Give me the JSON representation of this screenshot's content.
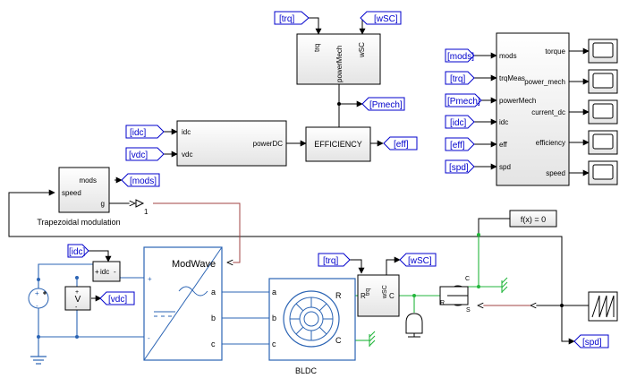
{
  "goto_tags": {
    "trq": "[trq]",
    "wSC": "[wSC]",
    "Pmech": "[Pmech]",
    "eff": "[eff]",
    "idc": "[idc]",
    "vdc": "[vdc]",
    "mods": "[mods]",
    "spd": "[spd]"
  },
  "blocks": {
    "motor_sensors": {
      "ports": [
        "trq",
        "powerMech",
        "wSC"
      ]
    },
    "power_dc": {
      "in_ports": [
        "idc",
        "vdc"
      ],
      "out_port": "powerDC"
    },
    "efficiency": {
      "label": "EFFICIENCY"
    },
    "scope_bus": {
      "in_ports": [
        "mods",
        "trqMeas",
        "powerMech",
        "idc",
        "eff",
        "spd"
      ],
      "out_ports": [
        "torque",
        "power_mech",
        "current_dc",
        "efficiency",
        "speed"
      ]
    },
    "trap_mod": {
      "ports": [
        "mods",
        "speed",
        "g"
      ],
      "caption": "Trapezoidal modulation"
    },
    "gain": {
      "value": "1"
    },
    "inverter": {
      "title": "ModWave",
      "ports": [
        "a",
        "b",
        "c"
      ]
    },
    "bldc": {
      "ports": [
        "a",
        "b",
        "c",
        "R",
        "C"
      ],
      "caption": "BLDC"
    },
    "sensor2": {
      "ports": [
        "trq",
        "wSC",
        "R",
        "C"
      ]
    },
    "current_sensor": {
      "ports": [
        "+",
        "idc",
        "-"
      ]
    },
    "voltage_sensor": {
      "label": "V",
      "plus": "+",
      "minus": "-"
    },
    "fcn": {
      "label": "f(x) = 0"
    },
    "speed_source": {
      "ports": [
        "C",
        "R",
        "S"
      ]
    },
    "dc_source": {
      "plus": "+",
      "minus": "-"
    }
  },
  "colors": {
    "electrical": "#2b64b4",
    "mechanical": "#23b63c",
    "signal": "#000000",
    "pwm": "#a04343",
    "tag": "#0000cc"
  }
}
